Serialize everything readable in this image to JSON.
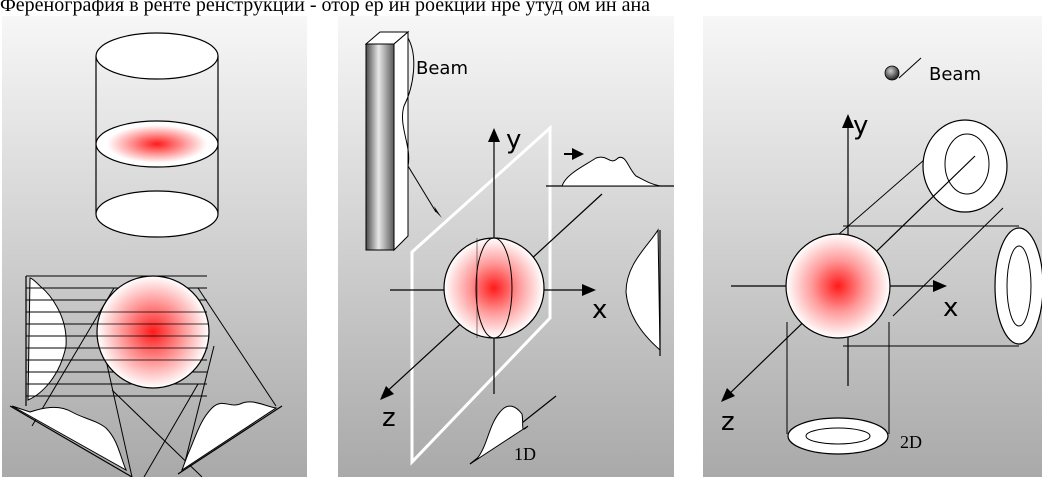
{
  "caption": "Ференография в  ренте ренструкции - отор ер  ин роекции  нре утуд ом ин ана",
  "panel2": {
    "beam_label": "Beam",
    "axis_y": "y",
    "axis_x": "x",
    "axis_z": "z",
    "projection_label": "1D"
  },
  "panel3": {
    "beam_label": "Beam",
    "axis_y": "y",
    "axis_x": "x",
    "axis_z": "z",
    "projection_label": "2D"
  },
  "colors": {
    "panel_top": "#f7f7f7",
    "panel_bottom": "#a9a9a9",
    "spot_center": "#ff2020",
    "spot_edge": "#ffffff",
    "line": "#000000",
    "frame": "#ffffff"
  }
}
